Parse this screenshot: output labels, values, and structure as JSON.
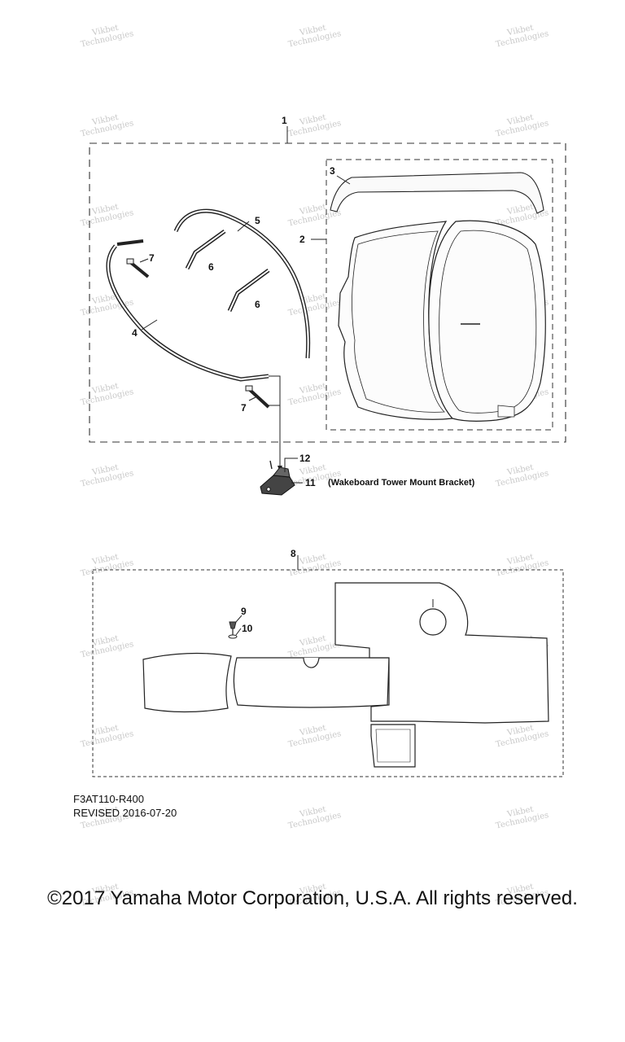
{
  "callouts": {
    "c1": "1",
    "c2": "2",
    "c3": "3",
    "c4": "4",
    "c5": "5",
    "c6a": "6",
    "c6b": "6",
    "c7a": "7",
    "c7b": "7",
    "c8": "8",
    "c9": "9",
    "c10": "10",
    "c11": "11",
    "c12": "12"
  },
  "bracket_note": "(Wakeboard Tower Mount Bracket)",
  "watermark": {
    "line1": "Vikbet",
    "line2": "Technologies"
  },
  "footer": {
    "code": "F3AT110-R400",
    "revised": "REVISED 2016-07-20",
    "copyright": "©2017 Yamaha Motor Corporation, U.S.A. All rights reserved."
  },
  "colors": {
    "line": "#222222",
    "watermark": "#c9c9c9"
  }
}
